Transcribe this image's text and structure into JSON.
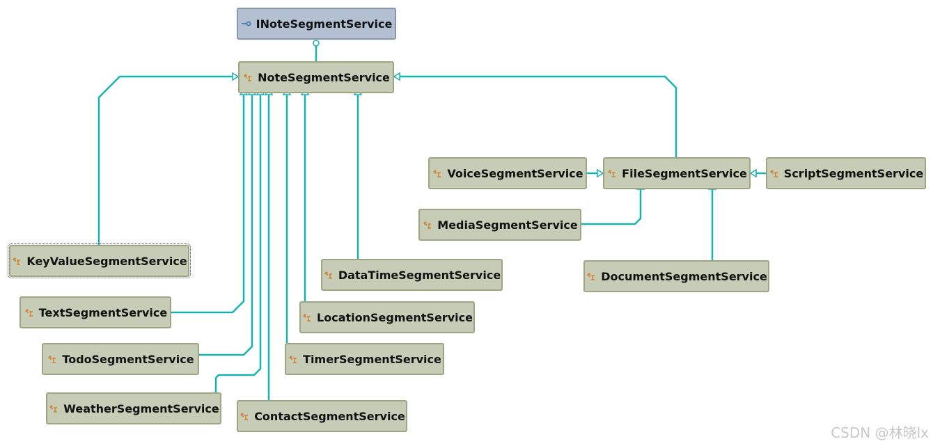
{
  "diagram": {
    "type": "class-hierarchy",
    "colors": {
      "edge": "#17b2b0",
      "class_fill": "#c6ccb6",
      "class_border": "#9da582",
      "interface_fill": "#b2c0d2",
      "interface_border": "#8797ad",
      "class_icon": "#d9822b",
      "interface_icon": "#3a6fb5"
    },
    "nodes": [
      {
        "id": "INoteSegmentService",
        "label": "INoteSegmentService",
        "kind": "interface",
        "icon": "interface-icon"
      },
      {
        "id": "NoteSegmentService",
        "label": "NoteSegmentService",
        "kind": "class",
        "icon": "class-icon"
      },
      {
        "id": "KeyValueSegmentService",
        "label": "KeyValueSegmentService",
        "kind": "class",
        "icon": "class-icon",
        "selected": true
      },
      {
        "id": "TextSegmentService",
        "label": "TextSegmentService",
        "kind": "class",
        "icon": "class-icon"
      },
      {
        "id": "TodoSegmentService",
        "label": "TodoSegmentService",
        "kind": "class",
        "icon": "class-icon"
      },
      {
        "id": "WeatherSegmentService",
        "label": "WeatherSegmentService",
        "kind": "class",
        "icon": "class-icon"
      },
      {
        "id": "ContactSegmentService",
        "label": "ContactSegmentService",
        "kind": "class",
        "icon": "class-icon"
      },
      {
        "id": "TimerSegmentService",
        "label": "TimerSegmentService",
        "kind": "class",
        "icon": "class-icon"
      },
      {
        "id": "LocationSegmentService",
        "label": "LocationSegmentService",
        "kind": "class",
        "icon": "class-icon"
      },
      {
        "id": "DataTimeSegmentService",
        "label": "DataTimeSegmentService",
        "kind": "class",
        "icon": "class-icon"
      },
      {
        "id": "VoiceSegmentService",
        "label": "VoiceSegmentService",
        "kind": "class",
        "icon": "class-icon"
      },
      {
        "id": "FileSegmentService",
        "label": "FileSegmentService",
        "kind": "class",
        "icon": "class-icon"
      },
      {
        "id": "ScriptSegmentService",
        "label": "ScriptSegmentService",
        "kind": "class",
        "icon": "class-icon"
      },
      {
        "id": "MediaSegmentService",
        "label": "MediaSegmentService",
        "kind": "class",
        "icon": "class-icon"
      },
      {
        "id": "DocumentSegmentService",
        "label": "DocumentSegmentService",
        "kind": "class",
        "icon": "class-icon"
      }
    ],
    "edges": [
      {
        "from": "NoteSegmentService",
        "to": "INoteSegmentService",
        "type": "implements"
      },
      {
        "from": "KeyValueSegmentService",
        "to": "NoteSegmentService",
        "type": "extends"
      },
      {
        "from": "TextSegmentService",
        "to": "NoteSegmentService",
        "type": "extends"
      },
      {
        "from": "TodoSegmentService",
        "to": "NoteSegmentService",
        "type": "extends"
      },
      {
        "from": "WeatherSegmentService",
        "to": "NoteSegmentService",
        "type": "extends"
      },
      {
        "from": "ContactSegmentService",
        "to": "NoteSegmentService",
        "type": "extends"
      },
      {
        "from": "TimerSegmentService",
        "to": "NoteSegmentService",
        "type": "extends"
      },
      {
        "from": "LocationSegmentService",
        "to": "NoteSegmentService",
        "type": "extends"
      },
      {
        "from": "DataTimeSegmentService",
        "to": "NoteSegmentService",
        "type": "extends"
      },
      {
        "from": "FileSegmentService",
        "to": "NoteSegmentService",
        "type": "extends"
      },
      {
        "from": "VoiceSegmentService",
        "to": "FileSegmentService",
        "type": "extends"
      },
      {
        "from": "ScriptSegmentService",
        "to": "FileSegmentService",
        "type": "extends"
      },
      {
        "from": "MediaSegmentService",
        "to": "FileSegmentService",
        "type": "extends"
      },
      {
        "from": "DocumentSegmentService",
        "to": "FileSegmentService",
        "type": "extends"
      }
    ]
  },
  "watermark": "CSDN @林晓lx"
}
